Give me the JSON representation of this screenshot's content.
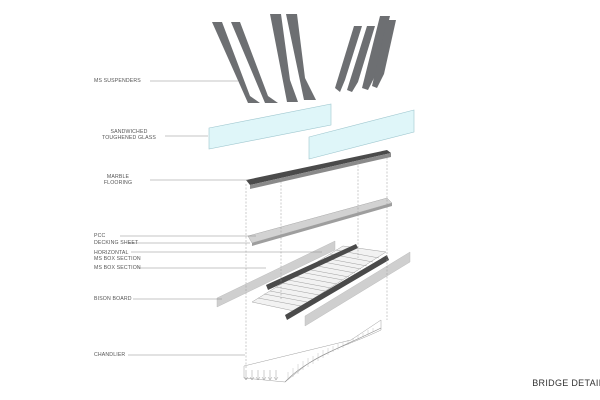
{
  "labels": {
    "suspenders": "MS SUSPENDERS",
    "glass_line1": "SANDWICHED",
    "glass_line2": "TOUGHENED GLASS",
    "marble_line1": "MARBLE",
    "marble_line2": "FLOORING",
    "pcc": "PCC",
    "decking": "DECKING SHEET",
    "horizontal_line1": "HORIZONTAL",
    "horizontal_line2": "MS BOX SECTION",
    "box_section": "MS BOX SECTION",
    "bison": "BISON BOARD",
    "chandlier": "CHANDLIER"
  },
  "caption": "BRIDGE DETAIL",
  "colors": {
    "suspender": "#6d6f72",
    "glass_fill": "#dff6f9",
    "glass_stroke": "#9fc7cf",
    "marble_dark": "#4a4a4a",
    "panel_grey": "#cfcfcf",
    "leader": "#8a8a8a"
  }
}
